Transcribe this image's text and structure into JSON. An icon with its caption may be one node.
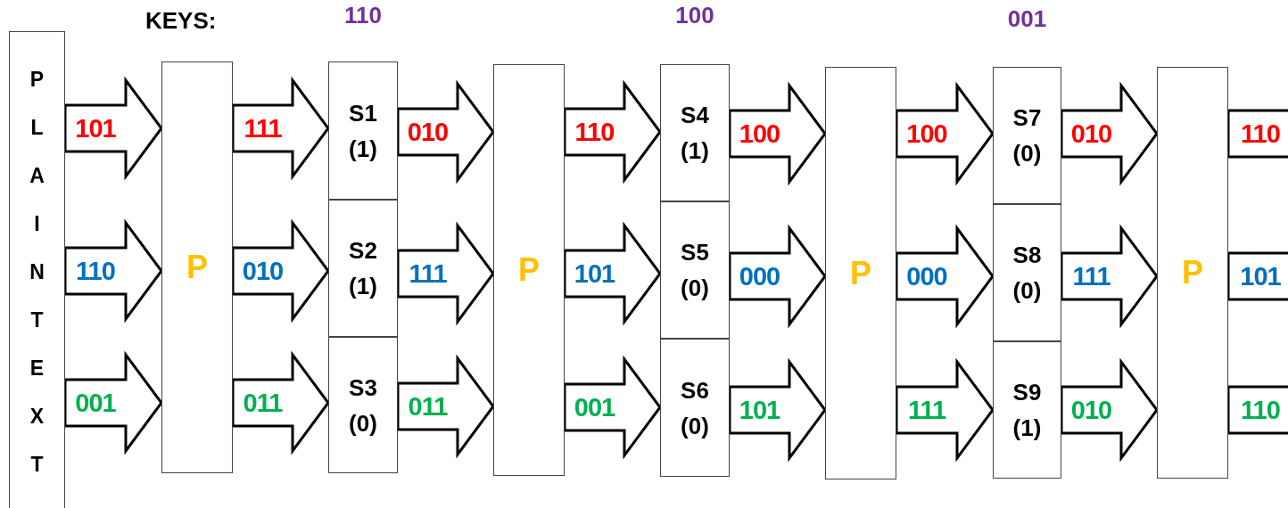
{
  "diagram": {
    "nodes": [
      {
        "text": [
          "PLAINTEXT"
        ]
      },
      {
        "text": [
          "P"
        ]
      },
      {
        "text": [
          "S1",
          "(1)"
        ]
      },
      {
        "text": [
          "S2",
          "(1)"
        ]
      },
      {
        "text": [
          "S3",
          "(0)"
        ]
      },
      {
        "text": [
          "P"
        ]
      },
      {
        "text": [
          "S4",
          "(1)"
        ]
      },
      {
        "text": [
          "S5",
          "(0)"
        ]
      },
      {
        "text": [
          "S6",
          "(0)"
        ]
      },
      {
        "text": [
          "P"
        ]
      },
      {
        "text": [
          "S7",
          "(0)"
        ]
      },
      {
        "text": [
          "S8",
          "(0)"
        ]
      },
      {
        "text": [
          "S9",
          "(1)"
        ]
      },
      {
        "text": [
          "P"
        ]
      }
    ],
    "edges": [
      {
        "from": 0,
        "to": 1,
        "arrow": "to",
        "label": "101"
      },
      {
        "from": 0,
        "to": 1,
        "arrow": "to",
        "label": "110"
      },
      {
        "from": 0,
        "to": 1,
        "arrow": "to",
        "label": "001"
      },
      {
        "from": 1,
        "to": 2,
        "arrow": "to",
        "label": "111"
      },
      {
        "from": 1,
        "to": 3,
        "arrow": "to",
        "label": "010"
      },
      {
        "from": 1,
        "to": 4,
        "arrow": "to",
        "label": "011"
      },
      {
        "from": 2,
        "to": 5,
        "arrow": "to",
        "label": "010"
      },
      {
        "from": 3,
        "to": 5,
        "arrow": "to",
        "label": "111"
      },
      {
        "from": 4,
        "to": 5,
        "arrow": "to",
        "label": "011"
      },
      {
        "from": 5,
        "to": 6,
        "arrow": "to",
        "label": "110"
      },
      {
        "from": 5,
        "to": 7,
        "arrow": "to",
        "label": "101"
      },
      {
        "from": 5,
        "to": 8,
        "arrow": "to",
        "label": "001"
      },
      {
        "from": 6,
        "to": 9,
        "arrow": "to",
        "label": "100"
      },
      {
        "from": 7,
        "to": 9,
        "arrow": "to",
        "label": "000"
      },
      {
        "from": 8,
        "to": 9,
        "arrow": "to",
        "label": "101"
      },
      {
        "from": 9,
        "to": 10,
        "arrow": "to",
        "label": "100"
      },
      {
        "from": 9,
        "to": 11,
        "arrow": "to",
        "label": "000"
      },
      {
        "from": 9,
        "to": 12,
        "arrow": "to",
        "label": "111"
      },
      {
        "from": 10,
        "to": 13,
        "arrow": "to",
        "label": "010"
      },
      {
        "from": 11,
        "to": 13,
        "arrow": "to",
        "label": "111"
      },
      {
        "from": 12,
        "to": 13,
        "arrow": "to",
        "label": "010"
      },
      {
        "from": 13,
        "to": null,
        "arrow": "to",
        "label": "110"
      },
      {
        "from": 13,
        "to": null,
        "arrow": "to",
        "label": "101"
      },
      {
        "from": 13,
        "to": null,
        "arrow": "to",
        "label": "110"
      }
    ],
    "labels": [
      "KEYS:",
      "110",
      "100",
      "001"
    ]
  }
}
